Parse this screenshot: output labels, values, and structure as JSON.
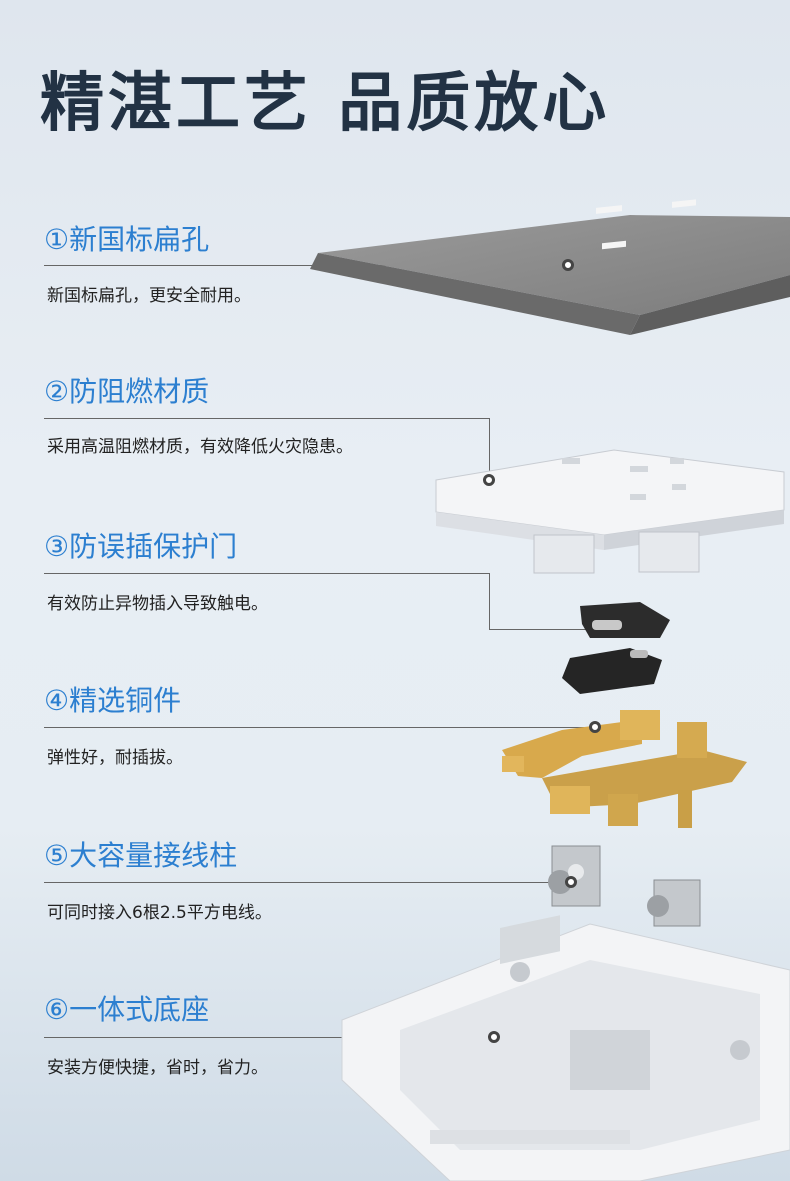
{
  "page": {
    "title": "精湛工艺 品质放心"
  },
  "features": [
    {
      "title": "①新国标扁孔",
      "desc": "新国标扁孔，更安全耐用。"
    },
    {
      "title": "②防阻燃材质",
      "desc": "采用高温阻燃材质，有效降低火灾隐患。"
    },
    {
      "title": "③防误插保护门",
      "desc": "有效防止异物插入导致触电。"
    },
    {
      "title": "④精选铜件",
      "desc": "弹性好，耐插拔。"
    },
    {
      "title": "⑤大容量接线柱",
      "desc": "可同时接入6根2.5平方电线。"
    },
    {
      "title": "⑥一体式底座",
      "desc": "安装方便快捷，省时，省力。"
    }
  ],
  "colors": {
    "title": "#223244",
    "accent": "#2c7fd0",
    "panel_gray": "#8a8a8a",
    "white_part": "#f2f3f5",
    "black_part": "#2a2a2a",
    "copper": "#d4a44a",
    "screw": "#b8bcc0"
  },
  "parts": [
    "faceplate-image",
    "flame-retardant-housing-image",
    "safety-shutter-image",
    "copper-contacts-image",
    "terminal-block-image",
    "base-plate-image"
  ]
}
